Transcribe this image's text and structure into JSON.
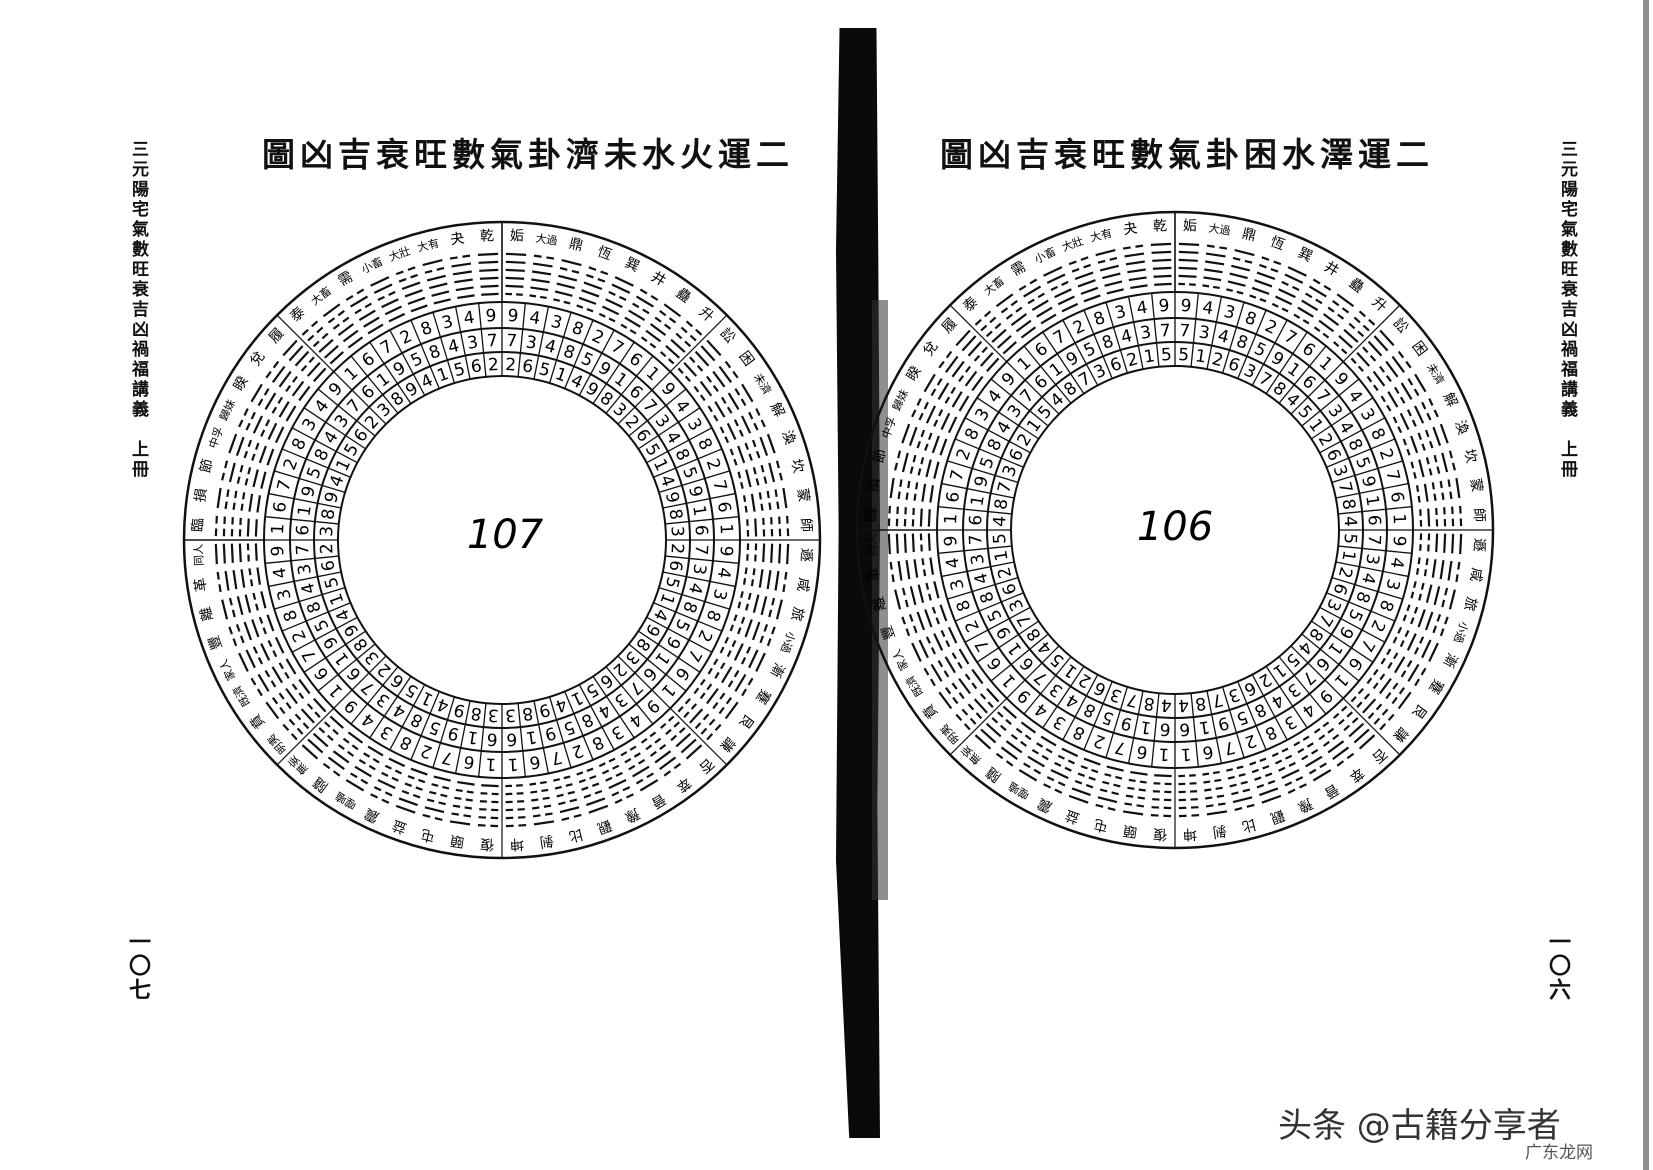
{
  "pages": [
    {
      "title": "圖凶吉衰旺數氣卦濟未水火運二",
      "handwritten_page": "107",
      "page_number": "一〇七",
      "side_text": "三元陽宅氣數旺衰吉凶禍福講義　上冊",
      "diagram": {
        "hexagrams": [
          "乾",
          "夬",
          "大有",
          "大壯",
          "小畜",
          "需",
          "大畜",
          "泰",
          "履",
          "兌",
          "睽",
          "歸妹",
          "中孚",
          "節",
          "損",
          "臨",
          "同人",
          "革",
          "離",
          "豐",
          "家人",
          "既濟",
          "賁",
          "明夷",
          "無妄",
          "隨",
          "噬嗑",
          "震",
          "益",
          "屯",
          "頤",
          "復",
          "姤",
          "大過",
          "鼎",
          "恆",
          "巽",
          "井",
          "蠱",
          "升",
          "訟",
          "困",
          "未濟",
          "解",
          "渙",
          "坎",
          "蒙",
          "師",
          "遯",
          "咸",
          "旅",
          "小過",
          "漸",
          "蹇",
          "艮",
          "謙",
          "否",
          "萃",
          "晉",
          "豫",
          "觀",
          "比",
          "剝",
          "坤"
        ],
        "rings": [
          [
            9,
            4,
            3,
            8,
            2,
            7,
            6,
            1,
            9,
            4,
            3,
            8,
            2,
            7,
            6,
            1,
            9,
            4,
            3,
            8,
            2,
            7,
            6,
            1,
            9,
            4,
            3,
            8,
            2,
            7,
            6,
            1,
            9,
            4,
            3,
            8,
            2,
            7,
            6,
            1,
            9,
            4,
            3,
            8,
            2,
            7,
            6,
            1,
            9,
            4,
            3,
            8,
            2,
            7,
            6,
            1,
            9,
            4,
            3,
            8,
            2,
            7,
            6,
            1
          ],
          [
            7,
            3,
            4,
            8,
            5,
            9,
            1,
            6,
            7,
            3,
            4,
            8,
            5,
            9,
            1,
            6,
            7,
            3,
            4,
            8,
            5,
            9,
            1,
            6,
            7,
            3,
            4,
            8,
            5,
            9,
            1,
            6,
            7,
            3,
            4,
            8,
            5,
            9,
            1,
            6,
            7,
            3,
            4,
            8,
            5,
            9,
            1,
            6,
            7,
            3,
            4,
            8,
            5,
            9,
            1,
            6,
            7,
            3,
            4,
            8,
            5,
            9,
            1,
            6
          ],
          [
            2,
            6,
            5,
            1,
            4,
            9,
            8,
            3,
            2,
            6,
            5,
            1,
            4,
            9,
            8,
            3,
            2,
            6,
            5,
            1,
            4,
            9,
            8,
            3,
            2,
            6,
            5,
            1,
            4,
            9,
            8,
            3,
            2,
            6,
            5,
            1,
            4,
            9,
            8,
            3,
            2,
            6,
            5,
            1,
            4,
            9,
            8,
            3,
            2,
            6,
            5,
            1,
            4,
            9,
            8,
            3,
            2,
            6,
            5,
            1,
            4,
            9,
            8,
            3
          ]
        ]
      }
    },
    {
      "title": "圖凶吉衰旺數氣卦困水澤運二",
      "handwritten_page": "106",
      "page_number": "一〇六",
      "side_text": "三元陽宅氣數旺衰吉凶禍福講義　上冊",
      "diagram": {
        "hexagrams": [
          "乾",
          "夬",
          "大有",
          "大壯",
          "小畜",
          "需",
          "大畜",
          "泰",
          "履",
          "兌",
          "睽",
          "歸妹",
          "中孚",
          "節",
          "損",
          "臨",
          "同人",
          "革",
          "離",
          "豐",
          "家人",
          "既濟",
          "賁",
          "明夷",
          "無妄",
          "隨",
          "噬嗑",
          "震",
          "益",
          "屯",
          "頤",
          "復",
          "姤",
          "大過",
          "鼎",
          "恆",
          "巽",
          "井",
          "蠱",
          "升",
          "訟",
          "困",
          "未濟",
          "解",
          "渙",
          "坎",
          "蒙",
          "師",
          "遯",
          "咸",
          "旅",
          "小過",
          "漸",
          "蹇",
          "艮",
          "謙",
          "否",
          "萃",
          "晉",
          "豫",
          "觀",
          "比",
          "剝",
          "坤"
        ],
        "rings": [
          [
            9,
            4,
            3,
            8,
            2,
            7,
            6,
            1,
            9,
            4,
            3,
            8,
            2,
            7,
            6,
            1,
            9,
            4,
            3,
            8,
            2,
            7,
            6,
            1,
            9,
            4,
            3,
            8,
            2,
            7,
            6,
            1,
            9,
            4,
            3,
            8,
            2,
            7,
            6,
            1,
            9,
            4,
            3,
            8,
            2,
            7,
            6,
            1,
            9,
            4,
            3,
            8,
            2,
            7,
            6,
            1,
            9,
            4,
            3,
            8,
            2,
            7,
            6,
            1
          ],
          [
            7,
            3,
            4,
            8,
            5,
            9,
            1,
            6,
            7,
            3,
            4,
            8,
            5,
            9,
            1,
            6,
            7,
            3,
            4,
            8,
            5,
            9,
            1,
            6,
            7,
            3,
            4,
            8,
            5,
            9,
            1,
            6,
            7,
            3,
            4,
            8,
            5,
            9,
            1,
            6,
            7,
            3,
            4,
            8,
            5,
            9,
            1,
            6,
            7,
            3,
            4,
            8,
            5,
            9,
            1,
            6,
            7,
            3,
            4,
            8,
            5,
            9,
            1,
            6
          ],
          [
            5,
            1,
            2,
            6,
            3,
            7,
            8,
            4,
            5,
            1,
            2,
            6,
            3,
            7,
            8,
            4,
            5,
            1,
            2,
            6,
            3,
            7,
            8,
            4,
            5,
            1,
            2,
            6,
            3,
            7,
            8,
            4,
            5,
            1,
            2,
            6,
            3,
            7,
            8,
            4,
            5,
            1,
            2,
            6,
            3,
            7,
            8,
            4,
            5,
            1,
            2,
            6,
            3,
            7,
            8,
            4,
            5,
            1,
            2,
            6,
            3,
            7,
            8,
            4
          ]
        ]
      }
    }
  ],
  "watermark": {
    "main": "头条 @古籍分享者",
    "corner": "广东龙网"
  }
}
